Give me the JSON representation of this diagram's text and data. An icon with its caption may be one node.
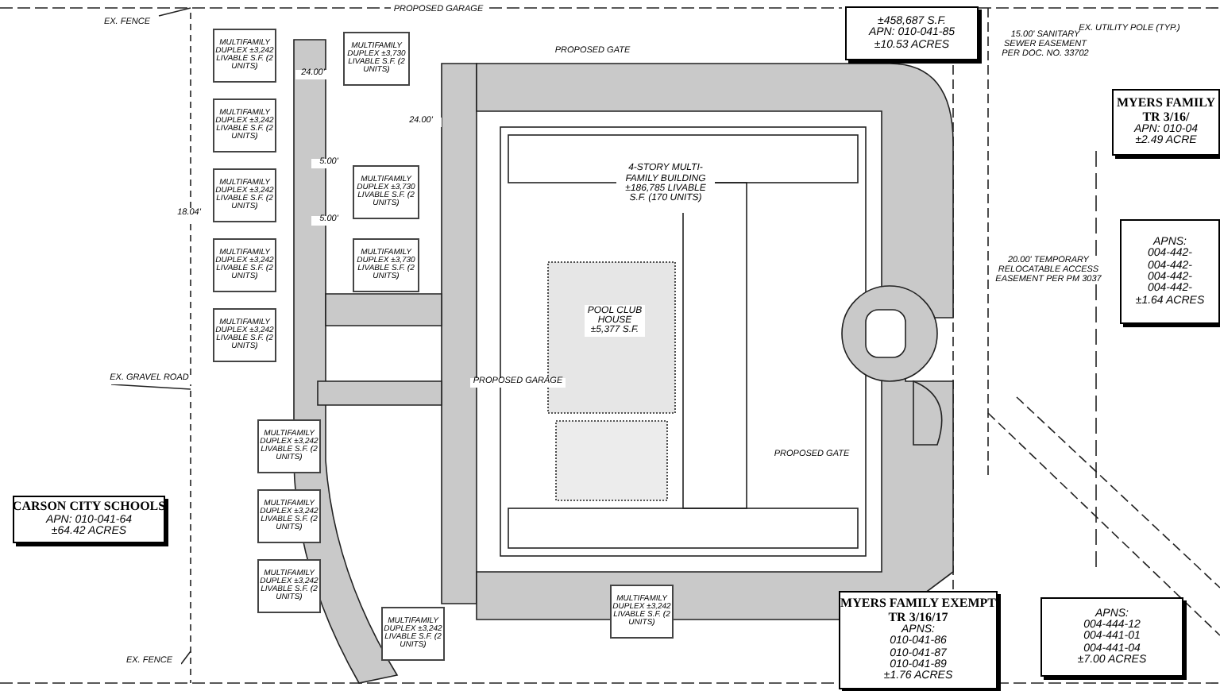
{
  "diagram": {
    "nodes": [
      {
        "text": [
          "±458,687 S.F.",
          "APN: 010-041-85",
          "±10.53 ACRES"
        ]
      },
      {
        "text": [
          "MYERS FAMILY",
          "TR 3/16/",
          "APN: 010-04",
          "±2.49 ACRE"
        ]
      },
      {
        "text": [
          "APNS:",
          "004-442-",
          "004-442-",
          "004-442-",
          "004-442-",
          "±1.64 ACRES"
        ]
      },
      {
        "text": [
          "CARSON CITY SCHOOLS",
          "APN: 010-041-64",
          "±64.42 ACRES"
        ]
      },
      {
        "text": [
          "MYERS FAMILY EXEMPT",
          "TR 3/16/17",
          "APNS:",
          "010-041-86",
          "010-041-87",
          "010-041-89",
          "±1.76 ACRES"
        ]
      },
      {
        "text": [
          "APNS:",
          "004-444-12",
          "004-441-01",
          "004-441-04",
          "±7.00 ACRES"
        ]
      },
      {
        "text": [
          "4-STORY MULTI-FAMILY BUILDING ±186,785 LIVABLE S.F. (170 UNITS)"
        ]
      },
      {
        "text": [
          "POOL CLUB HOUSE ±5,377 S.F."
        ]
      },
      {
        "text": [
          "MULTIFAMILY DUPLEX ±3,242 LIVABLE S.F. (2 UNITS)"
        ]
      },
      {
        "text": [
          "MULTIFAMILY DUPLEX ±3,242 LIVABLE S.F. (2 UNITS)"
        ]
      },
      {
        "text": [
          "MULTIFAMILY DUPLEX ±3,242 LIVABLE S.F. (2 UNITS)"
        ]
      },
      {
        "text": [
          "MULTIFAMILY DUPLEX ±3,242 LIVABLE S.F. (2 UNITS)"
        ]
      },
      {
        "text": [
          "MULTIFAMILY DUPLEX ±3,242 LIVABLE S.F. (2 UNITS)"
        ]
      },
      {
        "text": [
          "MULTIFAMILY DUPLEX ±3,730 LIVABLE S.F. (2 UNITS)"
        ]
      },
      {
        "text": [
          "MULTIFAMILY DUPLEX ±3,730 LIVABLE S.F. (2 UNITS)"
        ]
      },
      {
        "text": [
          "MULTIFAMILY DUPLEX ±3,730 LIVABLE S.F. (2 UNITS)"
        ]
      },
      {
        "text": [
          "MULTIFAMILY DUPLEX ±3,242 LIVABLE S.F. (2 UNITS)"
        ]
      },
      {
        "text": [
          "MULTIFAMILY DUPLEX ±3,242 LIVABLE S.F. (2 UNITS)"
        ]
      },
      {
        "text": [
          "MULTIFAMILY DUPLEX ±3,242 LIVABLE S.F. (2 UNITS)"
        ]
      },
      {
        "text": [
          "MULTIFAMILY DUPLEX ±3,242 LIVABLE S.F. (2 UNITS)"
        ]
      },
      {
        "text": [
          "MULTIFAMILY DUPLEX ±3,242 LIVABLE S.F. (2 UNITS)"
        ]
      }
    ],
    "labels": [
      "EX. FENCE",
      "EX. FENCE",
      "EX. UTILITY POLE (TYP.)",
      "15.00' SANITARY SEWER EASEMENT PER DOC. NO. 33702",
      "20.00' TEMPORARY RELOCATABLE ACCESS EASEMENT PER PM 3037",
      "EX. GRAVEL ROAD",
      "PROPOSED GATE",
      "PROPOSED GARAGE",
      "PROPOSED GARAGE",
      "PROPOSED GATE",
      "24.00'",
      "5.00'",
      "5.00'",
      "18.04'",
      "24.00'"
    ]
  }
}
